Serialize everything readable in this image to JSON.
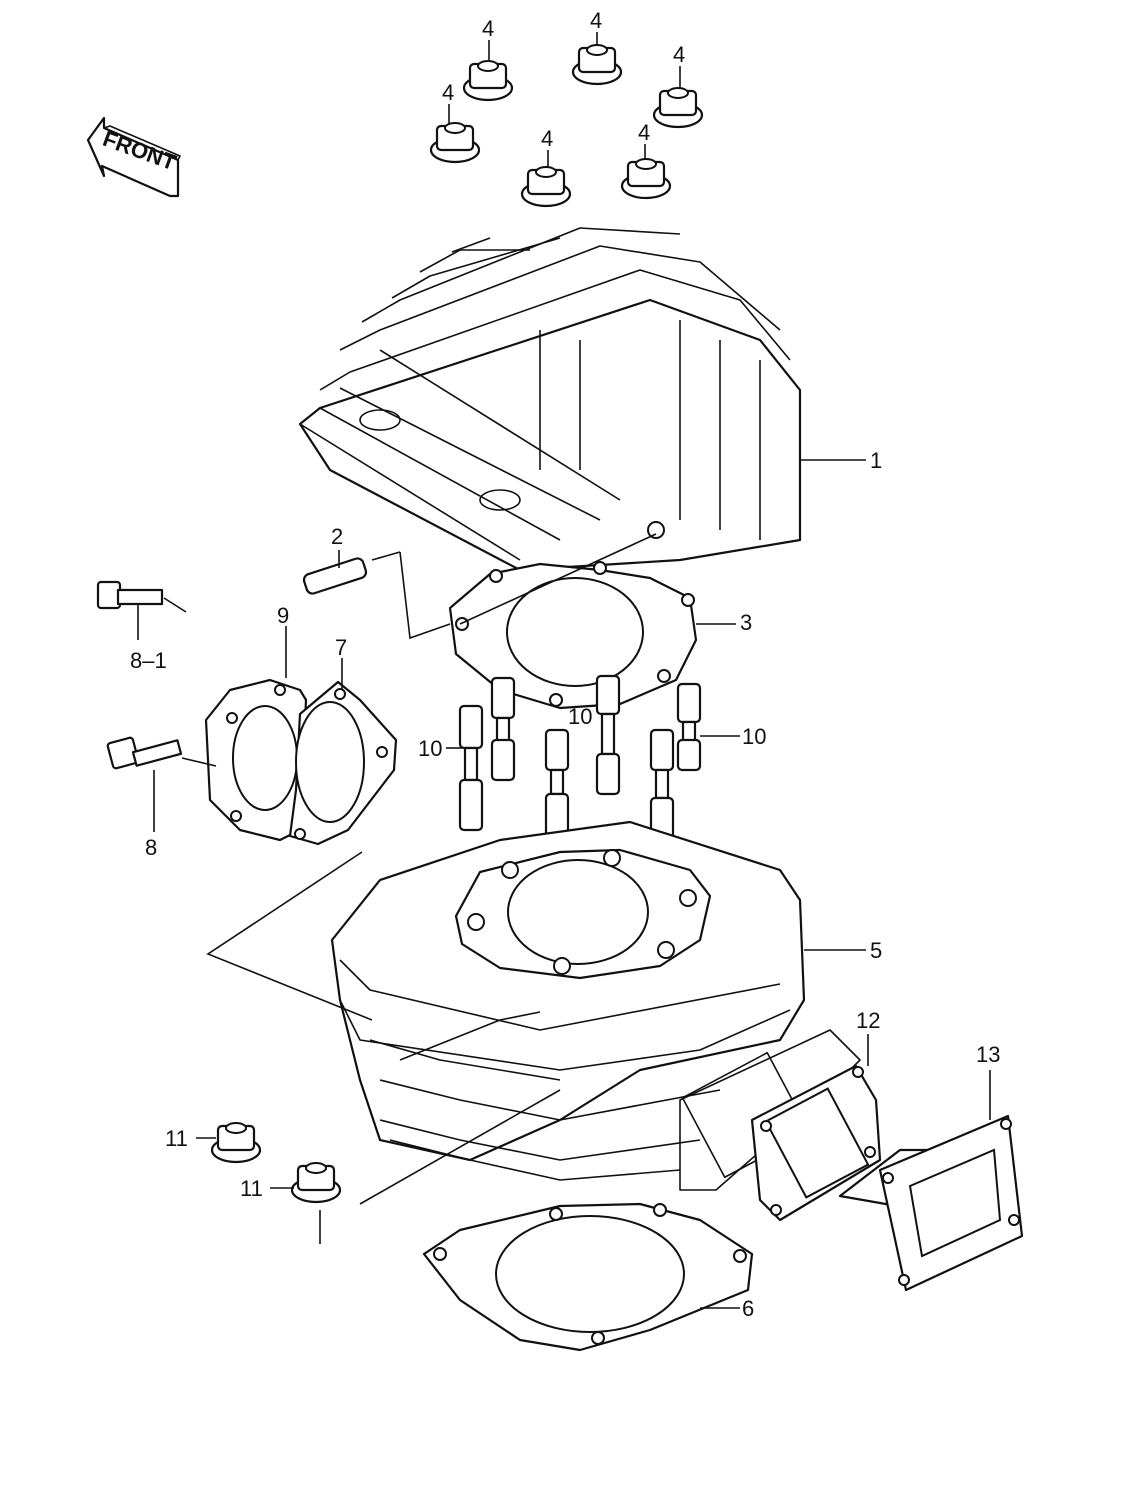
{
  "diagram": {
    "front_marker": "FRONT",
    "callouts": [
      {
        "id": "c1",
        "text": "1"
      },
      {
        "id": "c2",
        "text": "2"
      },
      {
        "id": "c3",
        "text": "3"
      },
      {
        "id": "c4a",
        "text": "4"
      },
      {
        "id": "c4b",
        "text": "4"
      },
      {
        "id": "c4c",
        "text": "4"
      },
      {
        "id": "c4d",
        "text": "4"
      },
      {
        "id": "c4e",
        "text": "4"
      },
      {
        "id": "c4f",
        "text": "4"
      },
      {
        "id": "c5",
        "text": "5"
      },
      {
        "id": "c6",
        "text": "6"
      },
      {
        "id": "c7",
        "text": "7"
      },
      {
        "id": "c8",
        "text": "8"
      },
      {
        "id": "c81",
        "text": "8–1"
      },
      {
        "id": "c9",
        "text": "9"
      },
      {
        "id": "c10a",
        "text": "10"
      },
      {
        "id": "c10b",
        "text": "10"
      },
      {
        "id": "c10c",
        "text": "10"
      },
      {
        "id": "c11a",
        "text": "11"
      },
      {
        "id": "c11b",
        "text": "11"
      },
      {
        "id": "c12",
        "text": "12"
      },
      {
        "id": "c13",
        "text": "13"
      }
    ]
  }
}
